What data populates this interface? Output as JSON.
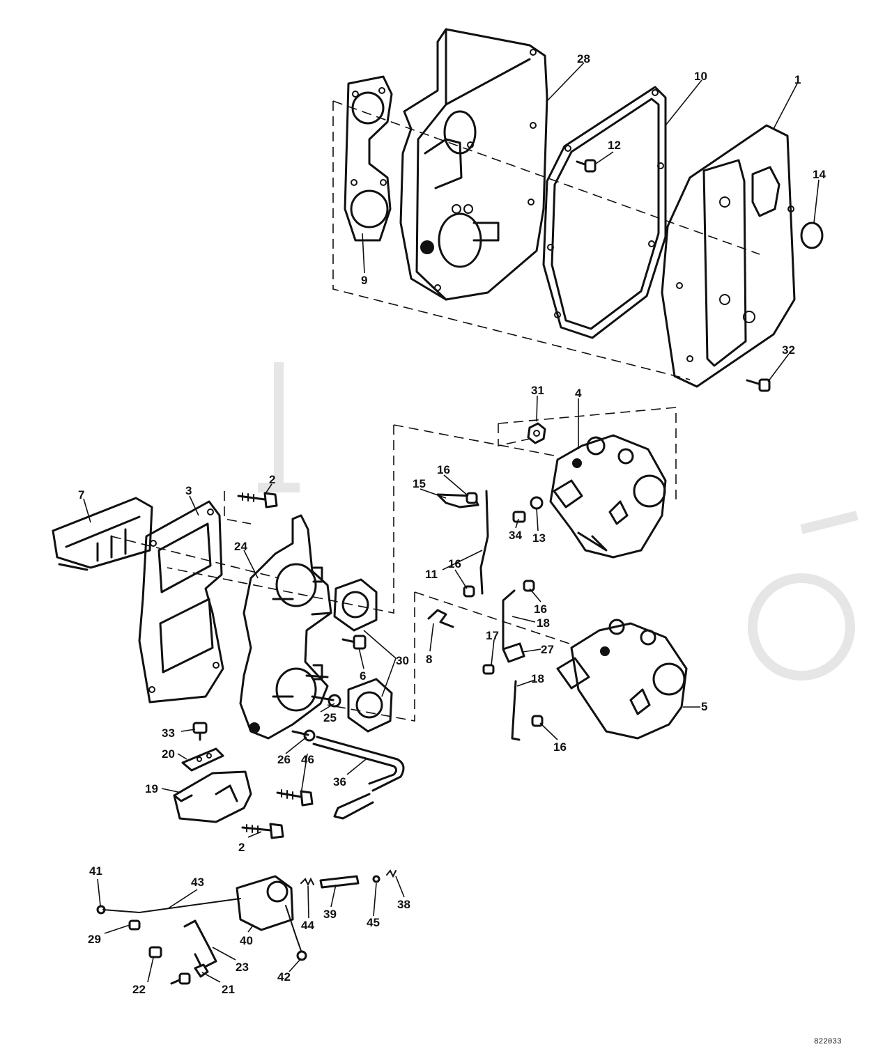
{
  "diagram": {
    "drawing_number": "822033",
    "callouts": [
      {
        "id": "c1",
        "label": "1"
      },
      {
        "id": "c28",
        "label": "28"
      },
      {
        "id": "c10",
        "label": "10"
      },
      {
        "id": "c12",
        "label": "12"
      },
      {
        "id": "c14",
        "label": "14"
      },
      {
        "id": "c9",
        "label": "9"
      },
      {
        "id": "c32",
        "label": "32"
      },
      {
        "id": "c31",
        "label": "31"
      },
      {
        "id": "c4",
        "label": "4"
      },
      {
        "id": "c16a",
        "label": "16"
      },
      {
        "id": "c15",
        "label": "15"
      },
      {
        "id": "c7",
        "label": "7"
      },
      {
        "id": "c3",
        "label": "3"
      },
      {
        "id": "c2a",
        "label": "2"
      },
      {
        "id": "c34",
        "label": "34"
      },
      {
        "id": "c13",
        "label": "13"
      },
      {
        "id": "c11",
        "label": "11"
      },
      {
        "id": "c24",
        "label": "24"
      },
      {
        "id": "c16b",
        "label": "16"
      },
      {
        "id": "c16c",
        "label": "16"
      },
      {
        "id": "c18a",
        "label": "18"
      },
      {
        "id": "c8",
        "label": "8"
      },
      {
        "id": "c17",
        "label": "17"
      },
      {
        "id": "c27",
        "label": "27"
      },
      {
        "id": "c6",
        "label": "6"
      },
      {
        "id": "c30",
        "label": "30"
      },
      {
        "id": "c18b",
        "label": "18"
      },
      {
        "id": "c5",
        "label": "5"
      },
      {
        "id": "c25",
        "label": "25"
      },
      {
        "id": "c33",
        "label": "33"
      },
      {
        "id": "c16d",
        "label": "16"
      },
      {
        "id": "c20",
        "label": "20"
      },
      {
        "id": "c26",
        "label": "26"
      },
      {
        "id": "c46",
        "label": "46"
      },
      {
        "id": "c36",
        "label": "36"
      },
      {
        "id": "c19",
        "label": "19"
      },
      {
        "id": "c2b",
        "label": "2"
      },
      {
        "id": "c41",
        "label": "41"
      },
      {
        "id": "c43",
        "label": "43"
      },
      {
        "id": "c39",
        "label": "39"
      },
      {
        "id": "c38",
        "label": "38"
      },
      {
        "id": "c44",
        "label": "44"
      },
      {
        "id": "c45",
        "label": "45"
      },
      {
        "id": "c29",
        "label": "29"
      },
      {
        "id": "c40",
        "label": "40"
      },
      {
        "id": "c23",
        "label": "23"
      },
      {
        "id": "c42",
        "label": "42"
      },
      {
        "id": "c22",
        "label": "22"
      },
      {
        "id": "c21",
        "label": "21"
      }
    ]
  }
}
